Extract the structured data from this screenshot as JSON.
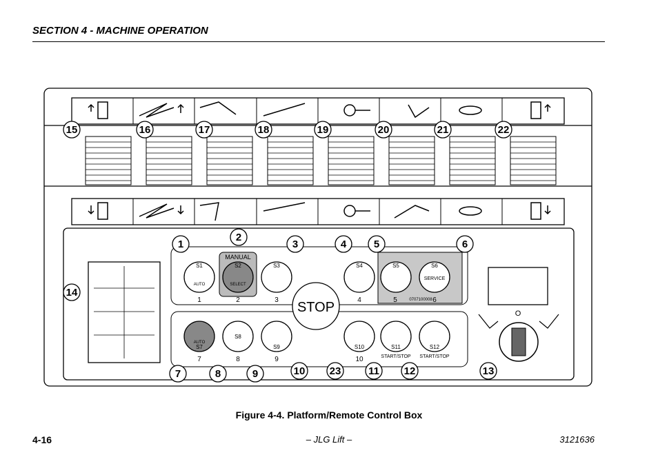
{
  "header": {
    "section": "SECTION 4 - MACHINE OPERATION"
  },
  "caption": "Figure 4-4. Platform/Remote Control Box",
  "footer": {
    "page": "4-16",
    "center": "– JLG Lift –",
    "doc": "3121636"
  },
  "callouts": {
    "c1": "1",
    "c2": "2",
    "c3": "3",
    "c4": "4",
    "c5": "5",
    "c6": "6",
    "c7": "7",
    "c8": "8",
    "c9": "9",
    "c10": "10",
    "c11": "11",
    "c12": "12",
    "c13": "13",
    "c14": "14",
    "c15": "15",
    "c16": "16",
    "c17": "17",
    "c18": "18",
    "c19": "19",
    "c20": "20",
    "c21": "21",
    "c22": "22",
    "c23": "23"
  },
  "panel": {
    "s1": "S1",
    "s1_sub": "AUTO",
    "s2": "S2",
    "s2_sub": "SELECT",
    "manual": "MANUAL",
    "s3": "S3",
    "s4": "S4",
    "s5": "S5",
    "s6": "S6",
    "s6_sub": "SERVICE",
    "s7": "S7",
    "s7_sub": "AUTO",
    "s8": "S8",
    "s9": "S9",
    "s10": "S10",
    "s11": "S11",
    "s11_sub": "START/STOP",
    "s12": "S12",
    "s12_sub": "START/STOP",
    "stop": "STOP",
    "part_no": "0707100008",
    "n1": "1",
    "n2": "2",
    "n3": "3",
    "n4": "4",
    "n5": "5",
    "n6": "6",
    "n7": "7",
    "n8": "8",
    "n9": "9",
    "n10": "10",
    "key_o": "O"
  }
}
